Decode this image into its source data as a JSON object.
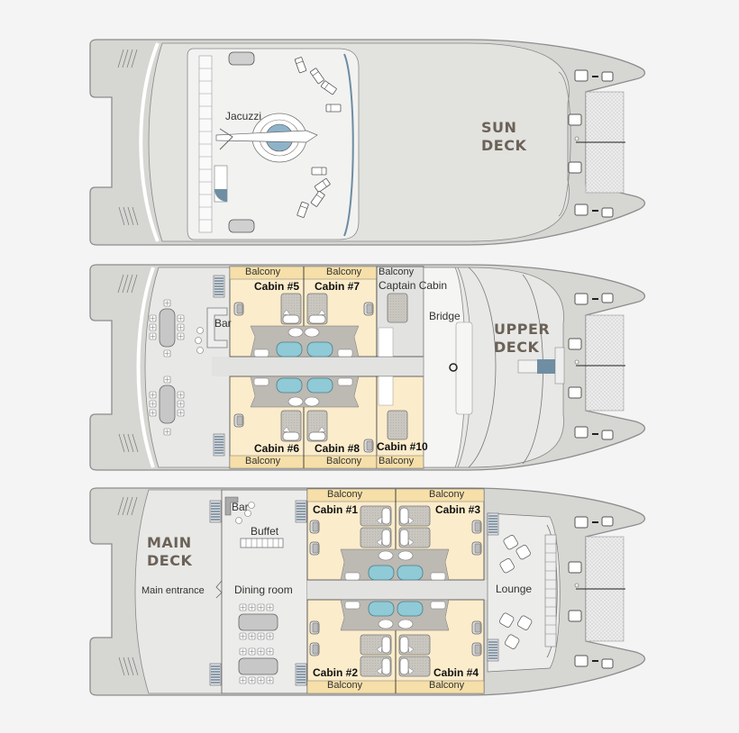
{
  "colors": {
    "background": "#f4f4f4",
    "hull": "#d6d6d3",
    "hull_outline": "#8c8c8c",
    "deck_floor": "#e8e8e6",
    "cabin_fill": "#fbeccb",
    "balcony_fill": "#f6dfa8",
    "bathroom_fill": "#bdb9b3",
    "tub_fill": "#8fcad6",
    "stair_fill": "#6f8ea3",
    "net_fill": "#e2e2e2",
    "title_text": "#6b6258"
  },
  "decks": {
    "sun": {
      "title_line1": "SUN",
      "title_line2": "DECK",
      "labels": {
        "jacuzzi": "Jacuzzi"
      }
    },
    "upper": {
      "title_line1": "UPPER",
      "title_line2": "DECK",
      "labels": {
        "bar": "Bar",
        "bridge": "Bridge",
        "captain_cabin": "Captain Cabin"
      },
      "cabins": [
        {
          "label": "Cabin #5",
          "balcony": "Balcony"
        },
        {
          "label": "Cabin #7",
          "balcony": "Balcony"
        },
        {
          "label": "Cabin #6",
          "balcony": "Balcony"
        },
        {
          "label": "Cabin #8",
          "balcony": "Balcony"
        },
        {
          "label": "Cabin #10",
          "balcony": "Balcony"
        }
      ],
      "captain_balcony": "Balcony"
    },
    "main": {
      "title_line1": "MAIN",
      "title_line2": "DECK",
      "labels": {
        "main_entrance": "Main entrance",
        "dining_room": "Dining room",
        "bar": "Bar",
        "buffet": "Buffet",
        "lounge": "Lounge"
      },
      "cabins": [
        {
          "label": "Cabin #1",
          "balcony": "Balcony"
        },
        {
          "label": "Cabin #3",
          "balcony": "Balcony"
        },
        {
          "label": "Cabin #2",
          "balcony": "Balcony"
        },
        {
          "label": "Cabin #4",
          "balcony": "Balcony"
        }
      ]
    }
  }
}
